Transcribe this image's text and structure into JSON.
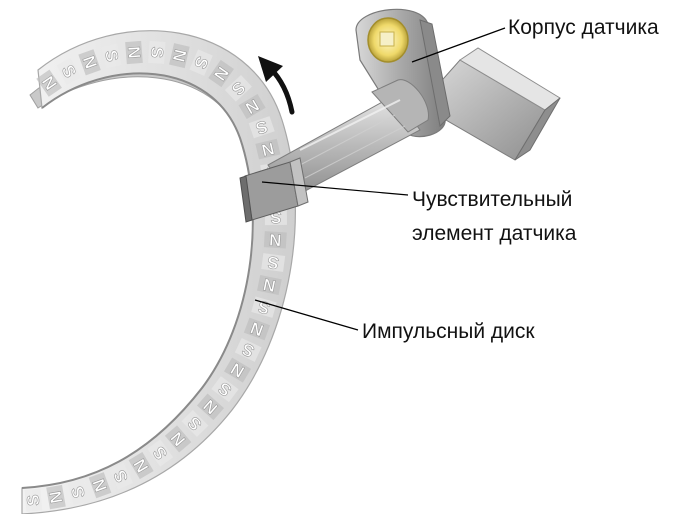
{
  "labels": {
    "housing": "Корпус датчика",
    "sensing_element_line1": "Чувствительный",
    "sensing_element_line2": "элемент датчика",
    "pulse_disk": "Импульсный диск"
  },
  "ring_pattern": [
    "N",
    "S"
  ],
  "colors": {
    "ring_light": "#e9e9e9",
    "ring_dark": "#bdbdbd",
    "metal": "#b8b8b8",
    "bore_yellow": "#f3e37a",
    "leader": "#000000"
  },
  "icons": {
    "rotation_arrow": "rotation-arrow-icon"
  }
}
